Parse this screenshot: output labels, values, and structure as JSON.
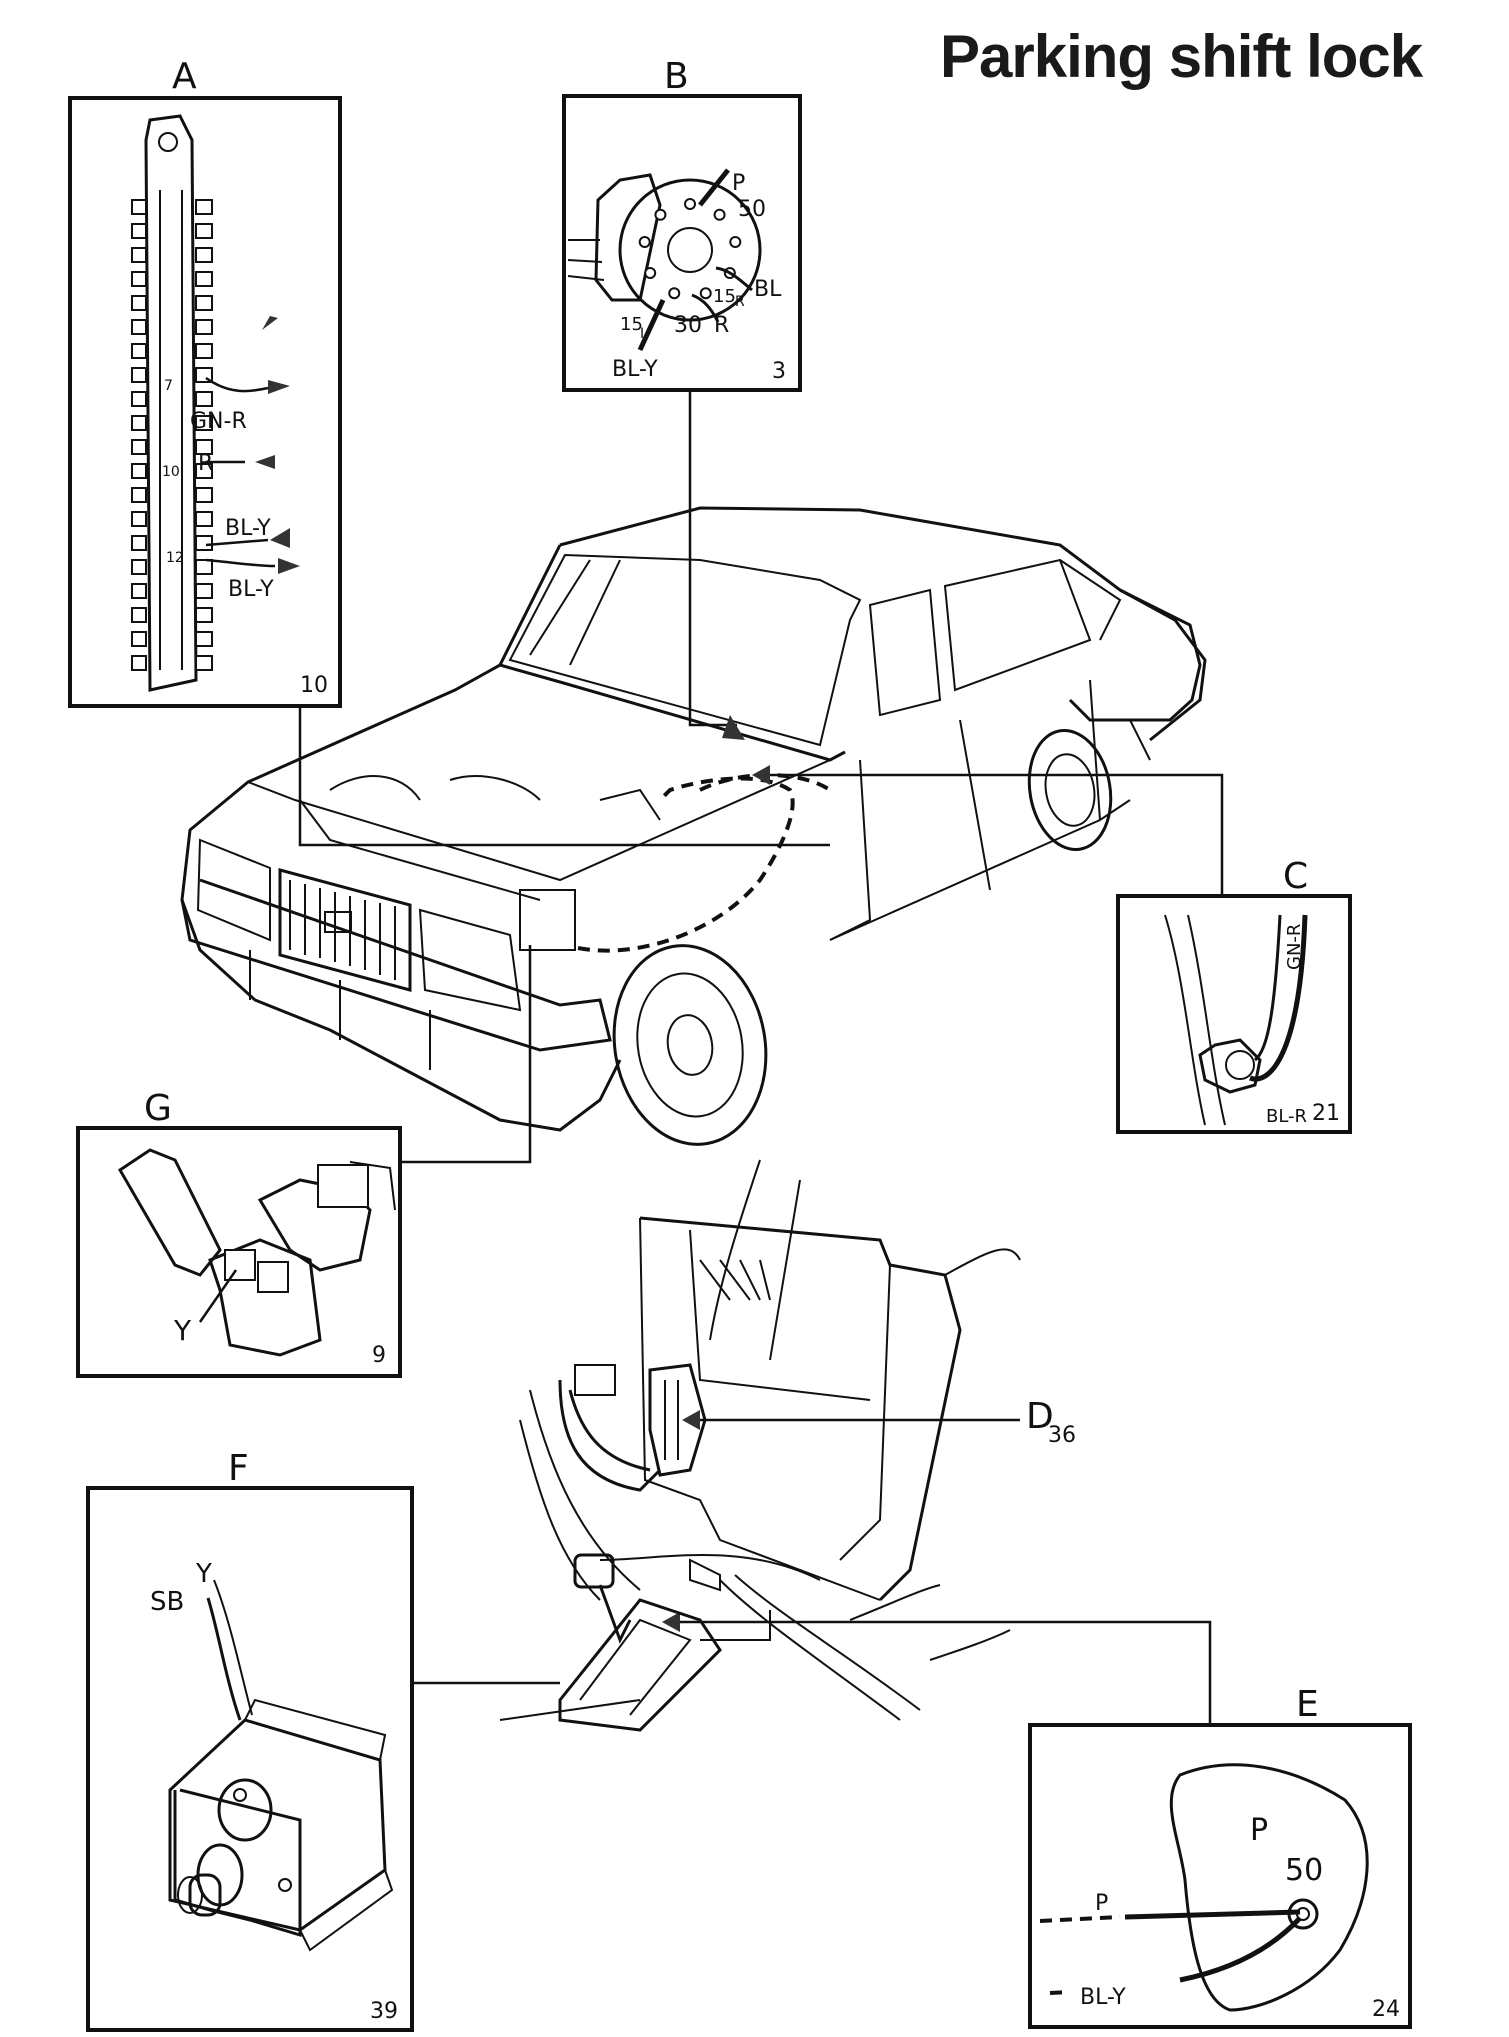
{
  "title": "Parking shift lock",
  "panels": {
    "A": {
      "label": "A",
      "number": "10",
      "wires": [
        "GN-R",
        "R",
        "BL-Y",
        "BL-Y"
      ],
      "pins": [
        "7",
        "10",
        "12"
      ]
    },
    "B": {
      "label": "B",
      "number": "3",
      "terminals": [
        "P",
        "50",
        "15",
        "R",
        "BL",
        "15",
        "I",
        "30",
        "R"
      ],
      "wire": "BL-Y"
    },
    "C": {
      "label": "C",
      "number": "21",
      "wires": [
        "GN-R",
        "BL-R"
      ]
    },
    "D": {
      "label": "D",
      "number": "36"
    },
    "E": {
      "label": "E",
      "number": "24",
      "terminals": [
        "P",
        "50"
      ],
      "wires": [
        "P",
        "BL-Y"
      ]
    },
    "F": {
      "label": "F",
      "number": "39",
      "wires": [
        "SB",
        "Y"
      ]
    },
    "G": {
      "label": "G",
      "number": "9",
      "wire": "Y"
    }
  }
}
